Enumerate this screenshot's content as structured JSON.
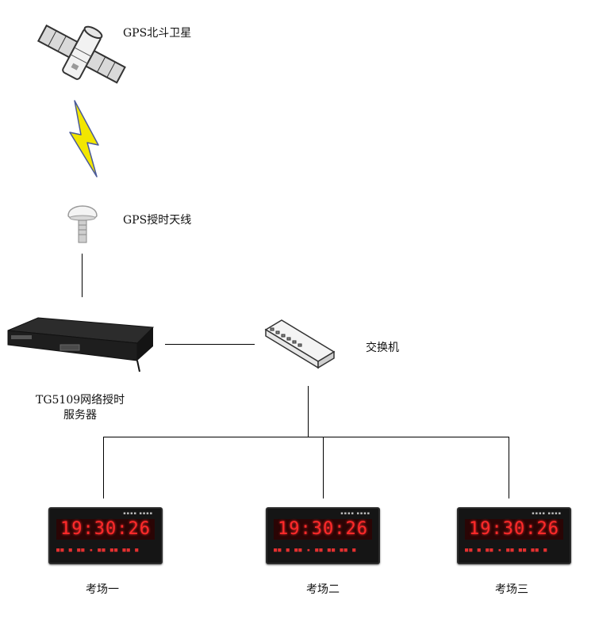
{
  "nodes": {
    "satellite": {
      "label": "GPS北斗卫星"
    },
    "antenna": {
      "label": "GPS授时天线"
    },
    "server": {
      "label_line1": "TG5109网络授时",
      "label_line2": "服务器"
    },
    "switch": {
      "label": "交换机"
    }
  },
  "clocks": [
    {
      "name": "考场一",
      "time": "19:30:26"
    },
    {
      "name": "考场二",
      "time": "19:30:26"
    },
    {
      "name": "考场三",
      "time": "19:30:26"
    }
  ],
  "colors": {
    "lightning": "#f2e600",
    "led": "#ff2a2a",
    "line": "#000000"
  }
}
